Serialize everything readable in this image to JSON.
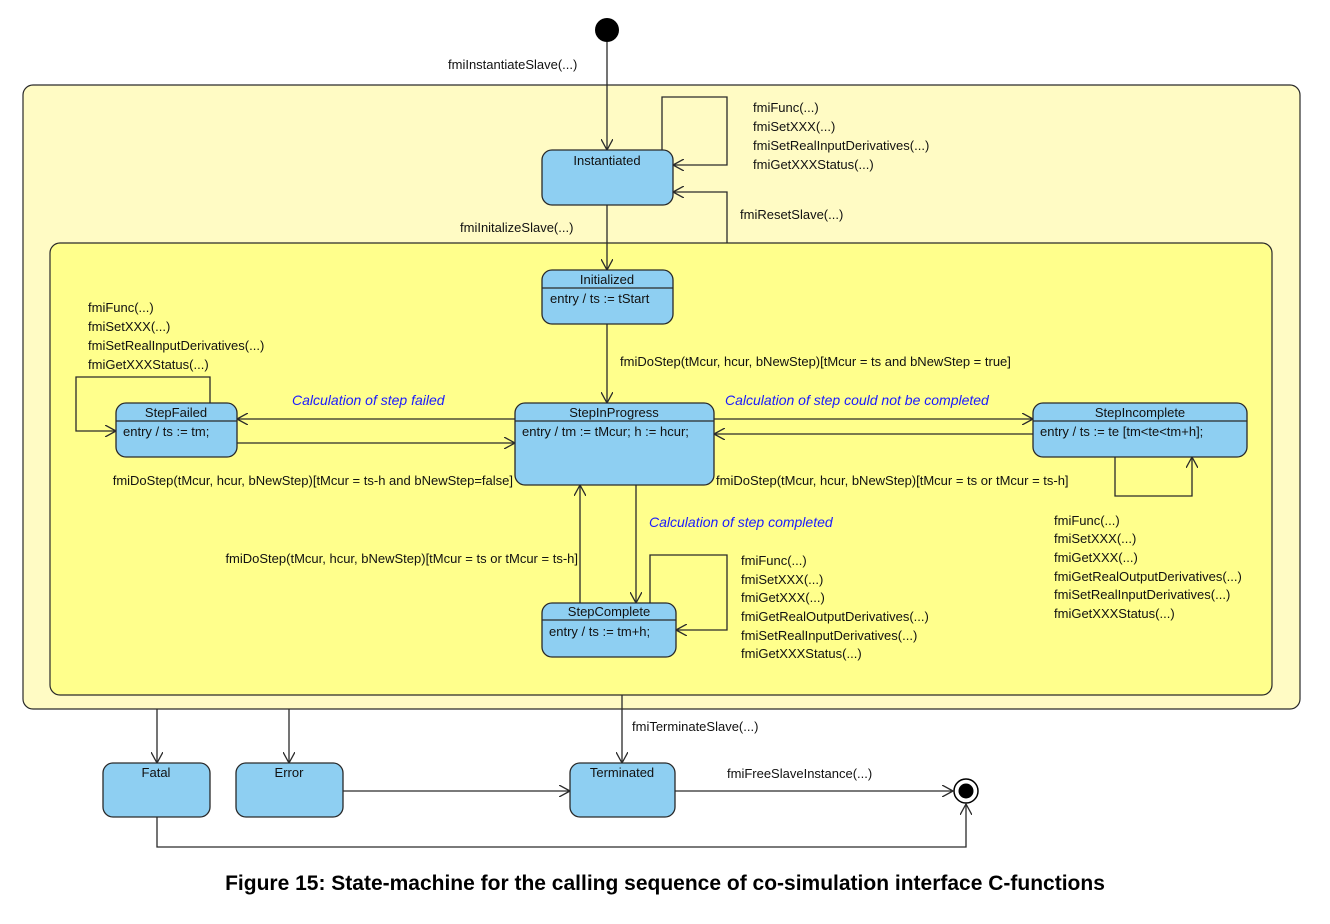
{
  "states": {
    "instantiated": {
      "name": "Instantiated"
    },
    "initialized": {
      "name": "Initialized",
      "entry": "entry / ts := tStart"
    },
    "step_in_progress": {
      "name": "StepInProgress",
      "entry": "entry / tm := tMcur; h := hcur;"
    },
    "step_failed": {
      "name": "StepFailed",
      "entry": "entry / ts := tm;"
    },
    "step_incomplete": {
      "name": "StepIncomplete",
      "entry": "entry / ts := te [tm<te<tm+h];"
    },
    "step_complete": {
      "name": "StepComplete",
      "entry": "entry / ts := tm+h;"
    },
    "fatal": {
      "name": "Fatal"
    },
    "error": {
      "name": "Error"
    },
    "terminated": {
      "name": "Terminated"
    }
  },
  "transitions": {
    "instantiate": "fmiInstantiateSlave(...)",
    "initialize": "fmiInitalizeSlave(...)",
    "reset": "fmiResetSlave(...)",
    "do_step_start": "fmiDoStep(tMcur, hcur, bNewStep)[tMcur = ts and bNewStep = true]",
    "do_step_failed_retry": "fmiDoStep(tMcur, hcur, bNewStep)[tMcur = ts-h and bNewStep=false]",
    "do_step_incomplete_retry": "fmiDoStep(tMcur, hcur, bNewStep)[tMcur = ts or tMcur = ts-h]",
    "do_step_complete_next": "fmiDoStep(tMcur, hcur, bNewStep)[tMcur = ts or tMcur = ts-h]",
    "terminate": "fmiTerminateSlave(...)",
    "free_instance": "fmiFreeSlaveInstance(...)"
  },
  "events": {
    "step_failed": "Calculation of step failed",
    "step_not_completed": "Calculation of step could not be completed",
    "step_completed": "Calculation of step completed"
  },
  "self_loops": {
    "instantiated": [
      "fmiFunc(...)",
      "fmiSetXXX(...)",
      "fmiSetRealInputDerivatives(...)",
      "fmiGetXXXStatus(...)"
    ],
    "step_failed": [
      "fmiFunc(...)",
      "fmiSetXXX(...)",
      "fmiSetRealInputDerivatives(...)",
      "fmiGetXXXStatus(...)"
    ],
    "step_incomplete": [
      "fmiFunc(...)",
      "fmiSetXXX(...)",
      "fmiGetXXX(...)",
      "fmiGetRealOutputDerivatives(...)",
      "fmiSetRealInputDerivatives(...)",
      "fmiGetXXXStatus(...)"
    ],
    "step_complete": [
      "fmiFunc(...)",
      "fmiSetXXX(...)",
      "fmiGetXXX(...)",
      "fmiGetRealOutputDerivatives(...)",
      "fmiSetRealInputDerivatives(...)",
      "fmiGetXXXStatus(...)"
    ]
  },
  "caption": "Figure 15: State-machine for the calling sequence of co-simulation interface C-functions",
  "colors": {
    "outer_region": "#fffbc4",
    "inner_region": "#ffff8c",
    "state_fill": "#8ecff2",
    "event_text": "#1a1aff"
  }
}
